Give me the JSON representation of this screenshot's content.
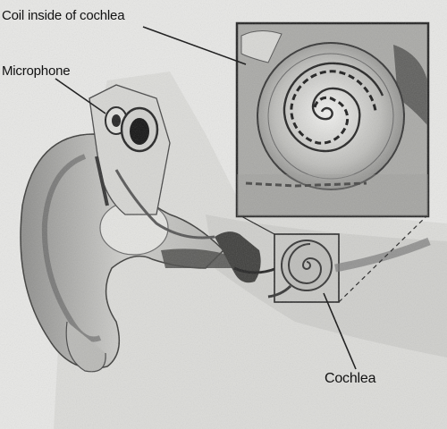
{
  "labels": {
    "coil": "Coil inside of cochlea",
    "microphone": "Microphone",
    "cochlea": "Cochlea"
  },
  "colors": {
    "background": "#e8e8e6",
    "skin": "#cfcfcc",
    "shadow": "#6e6e6c",
    "ink": "#1a1a1a"
  }
}
